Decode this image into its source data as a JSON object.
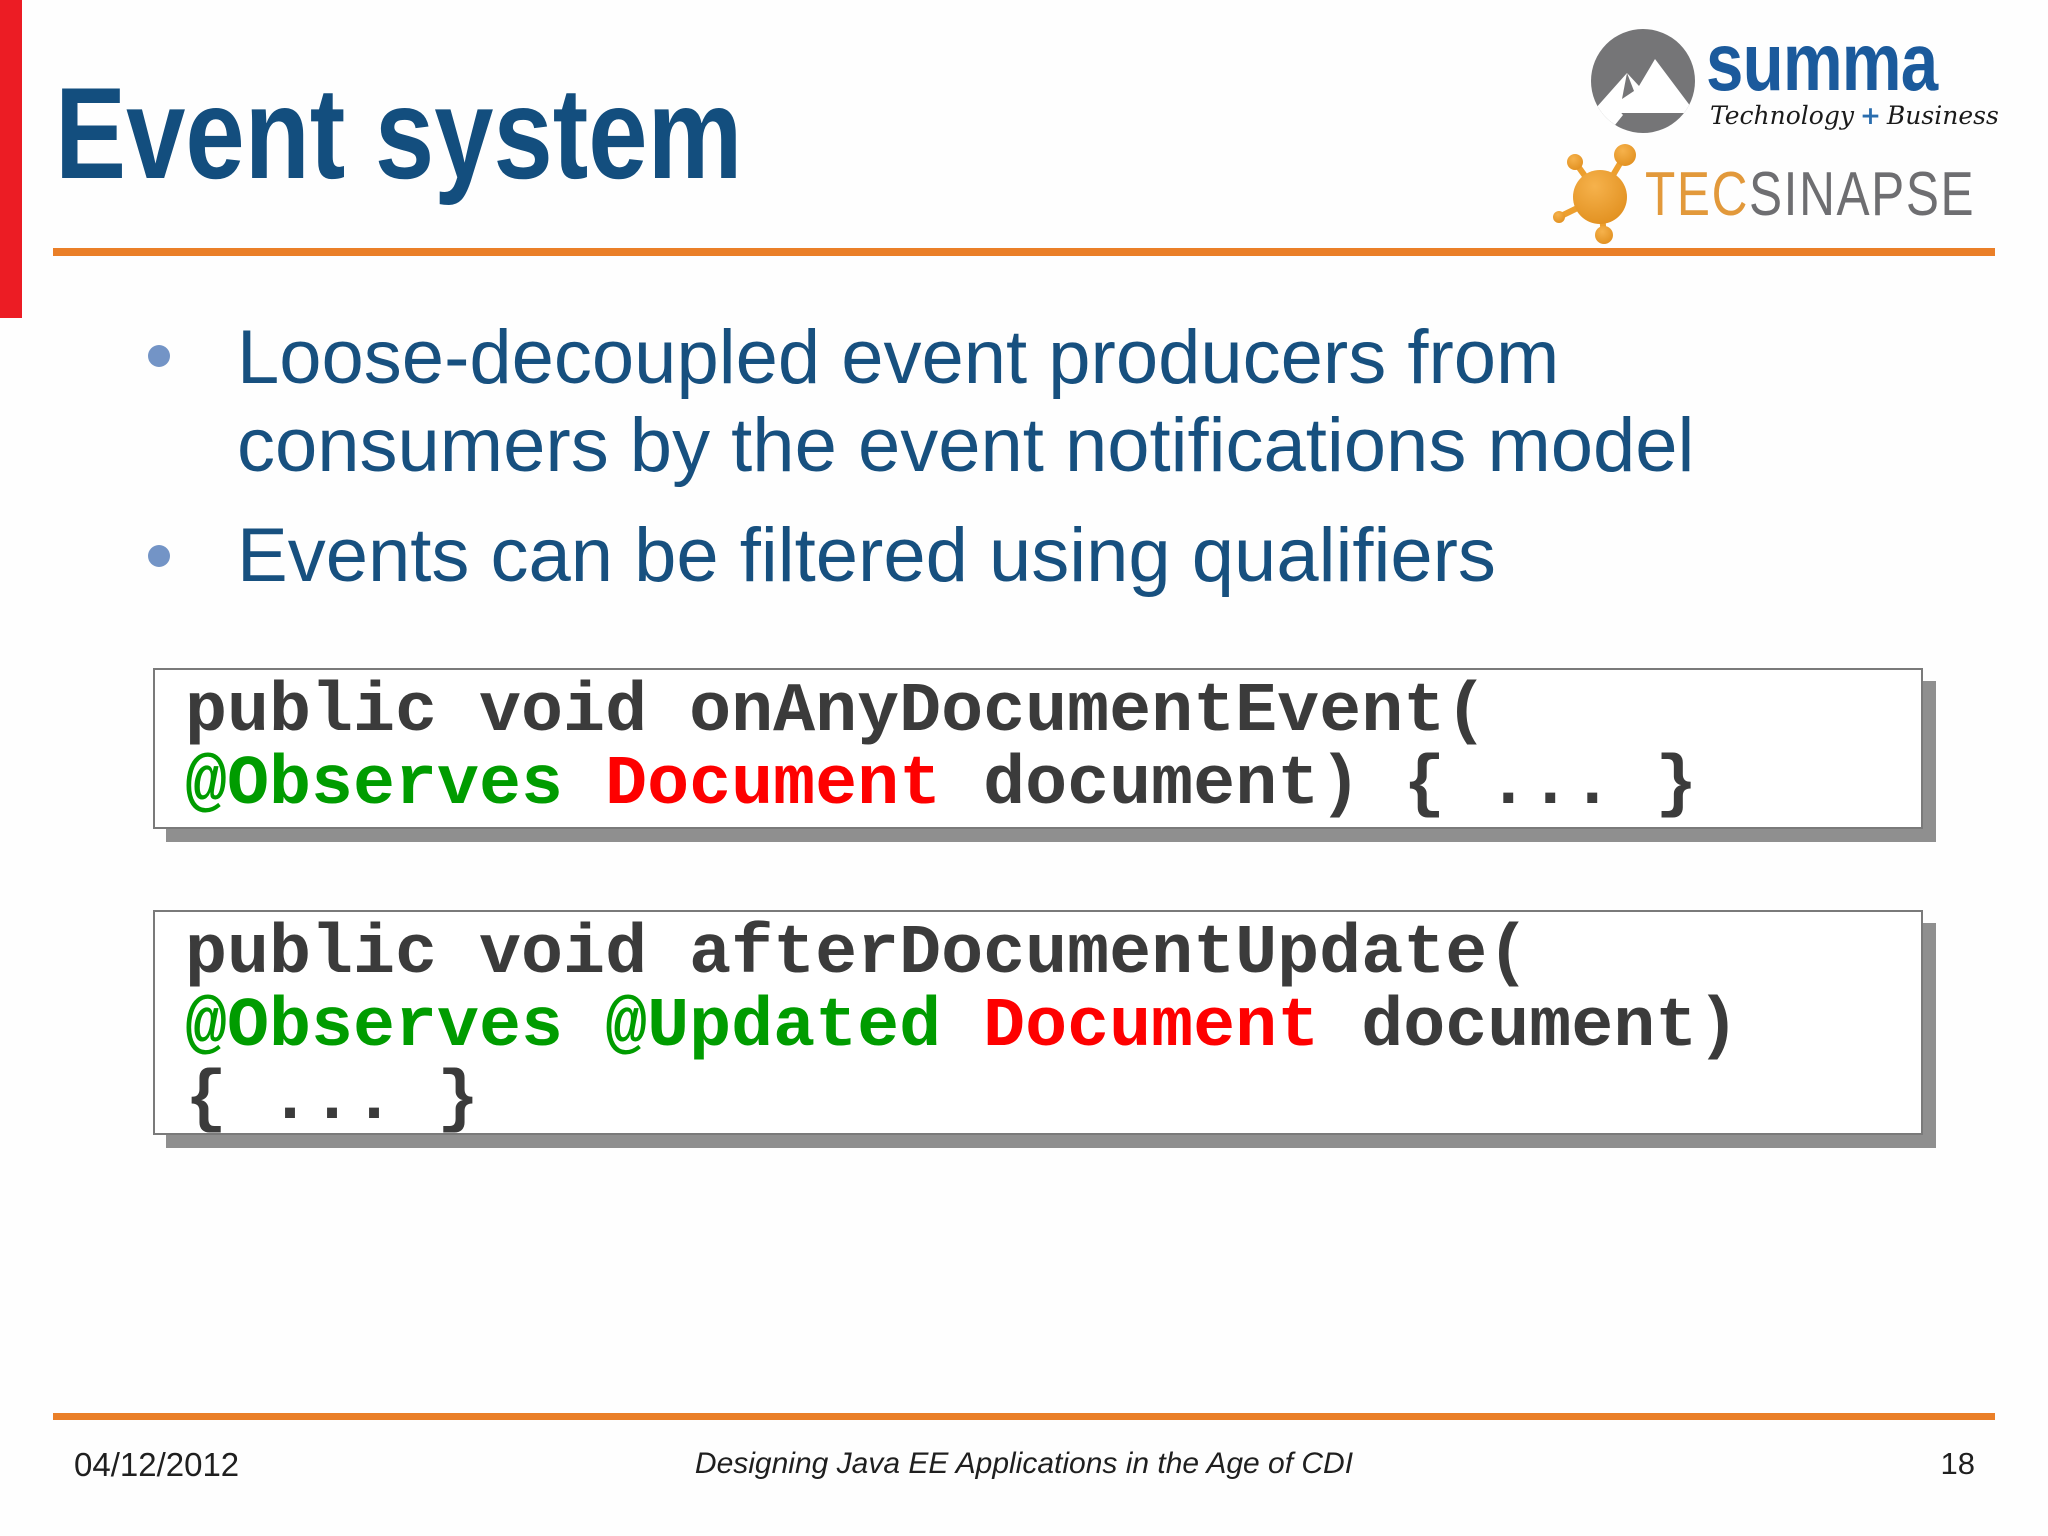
{
  "title": "Event system",
  "bullets": [
    {
      "lines": [
        "Loose-decoupled event producers from",
        "consumers by the event notifications model"
      ]
    },
    {
      "lines": [
        "Events can be filtered using qualifiers"
      ]
    }
  ],
  "code_blocks": [
    {
      "lines": [
        [
          {
            "text": "public void onAnyDocumentEvent(",
            "color": "plain"
          }
        ],
        [
          {
            "text": "@Observes",
            "color": "green"
          },
          {
            "text": " ",
            "color": "plain"
          },
          {
            "text": "Document",
            "color": "red"
          },
          {
            "text": " document) { ... }",
            "color": "plain"
          }
        ]
      ]
    },
    {
      "lines": [
        [
          {
            "text": "public void afterDocumentUpdate(",
            "color": "plain"
          }
        ],
        [
          {
            "text": "@Observes @Updated",
            "color": "green"
          },
          {
            "text": " ",
            "color": "plain"
          },
          {
            "text": "Document",
            "color": "red"
          },
          {
            "text": " document)",
            "color": "plain"
          }
        ],
        [
          {
            "text": "{ ... }",
            "color": "plain"
          }
        ]
      ]
    }
  ],
  "logos": {
    "summa": {
      "name": "summa",
      "tagline": {
        "left": "Technology",
        "plus": "+",
        "right": "Business"
      }
    },
    "tecsinapse": {
      "tec": "TEC",
      "sinapse": "SINAPSE"
    }
  },
  "footer": {
    "date": "04/12/2012",
    "center": "Designing Java EE Applications in the Age of CDI",
    "page_number": "18"
  },
  "colors": {
    "red_bar": "#EC1C24",
    "title_blue": "#134E7E",
    "bullet_blue": "#17507F",
    "bullet_dot": "#7394C6",
    "orange_rule": "#EA7F28",
    "summa_blue": "#1B5A9C",
    "summa_gray": "#757577",
    "tagline_ink": "#1A1A1A",
    "tagline_plus": "#2A6DAE",
    "tec_orange": "#E2993B",
    "sinapse_gray": "#6E6E71",
    "code_plain": "#3B3B3B",
    "code_green": "#009C00",
    "code_red": "#FE0000",
    "code_border": "#7A7A7A",
    "code_shadow": "#8F8F8F",
    "footer_ink": "#1F1F1F"
  }
}
